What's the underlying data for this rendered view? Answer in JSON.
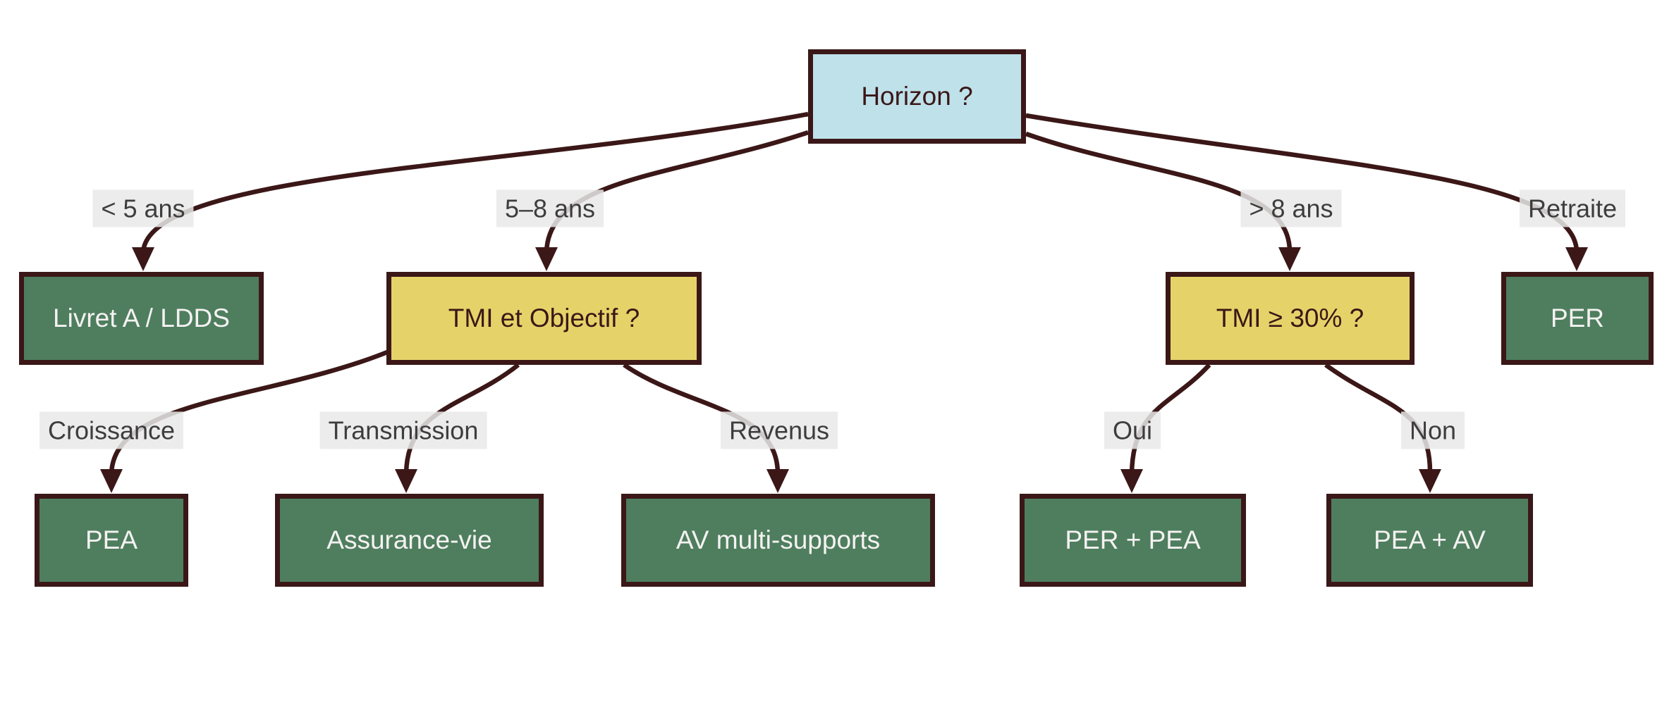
{
  "diagram": {
    "type": "decision-tree",
    "nodes": [
      {
        "id": "horizon",
        "label": "Horizon ?",
        "kind": "root"
      },
      {
        "id": "livret",
        "label": "Livret A / LDDS",
        "kind": "leaf"
      },
      {
        "id": "tmi_objectif",
        "label": "TMI et Objectif ?",
        "kind": "decision"
      },
      {
        "id": "tmi_30",
        "label": "TMI ≥ 30% ?",
        "kind": "decision"
      },
      {
        "id": "per",
        "label": "PER",
        "kind": "leaf"
      },
      {
        "id": "pea",
        "label": "PEA",
        "kind": "leaf"
      },
      {
        "id": "assurance_vie",
        "label": "Assurance-vie",
        "kind": "leaf"
      },
      {
        "id": "av_multi",
        "label": "AV multi-supports",
        "kind": "leaf"
      },
      {
        "id": "per_pea",
        "label": "PER + PEA",
        "kind": "leaf"
      },
      {
        "id": "pea_av",
        "label": "PEA + AV",
        "kind": "leaf"
      }
    ],
    "edges": [
      {
        "from": "horizon",
        "to": "livret",
        "label": "< 5 ans"
      },
      {
        "from": "horizon",
        "to": "tmi_objectif",
        "label": "5–8 ans"
      },
      {
        "from": "horizon",
        "to": "tmi_30",
        "label": "> 8 ans"
      },
      {
        "from": "horizon",
        "to": "per",
        "label": "Retraite"
      },
      {
        "from": "tmi_objectif",
        "to": "pea",
        "label": "Croissance"
      },
      {
        "from": "tmi_objectif",
        "to": "assurance_vie",
        "label": "Transmission"
      },
      {
        "from": "tmi_objectif",
        "to": "av_multi",
        "label": "Revenus"
      },
      {
        "from": "tmi_30",
        "to": "per_pea",
        "label": "Oui"
      },
      {
        "from": "tmi_30",
        "to": "pea_av",
        "label": "Non"
      }
    ],
    "colors": {
      "bg": "#ffffff",
      "outline": "#3b1717",
      "edge": "#3b1717",
      "root_fill": "#bee1ea",
      "decision_fill": "#e5d369",
      "leaf_fill": "#4e7e5e",
      "leaf_text": "#f5f2f2",
      "label_bg": "rgba(233,233,233,0.85)",
      "label_text": "#3d3d3d"
    }
  }
}
